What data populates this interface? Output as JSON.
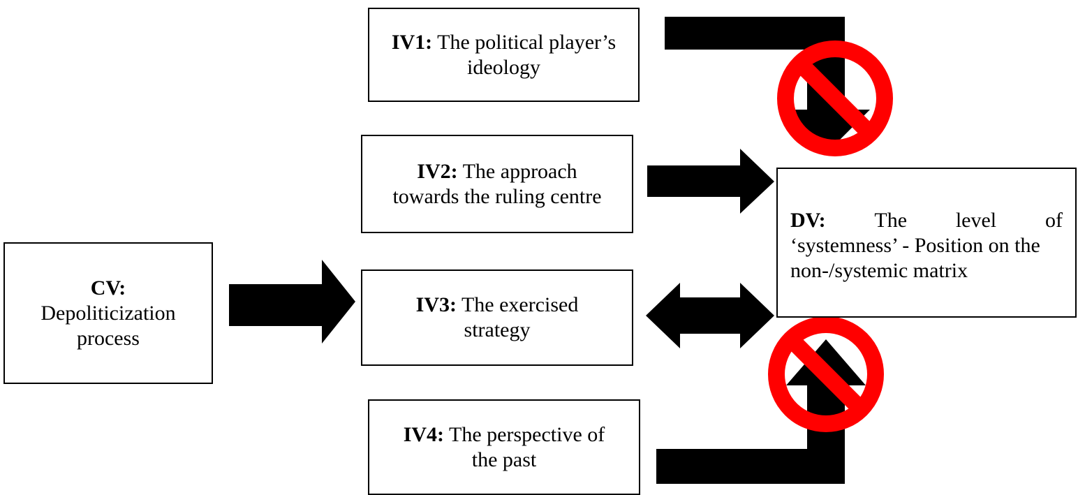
{
  "nodes": {
    "cv": {
      "label": "CV:",
      "text": "Depoliticization process"
    },
    "iv1": {
      "label": "IV1:",
      "text_line1": "The political player’s",
      "text_line2": "ideology"
    },
    "iv2": {
      "label": "IV2:",
      "text_line1": "The approach",
      "text_line2": "towards the ruling centre"
    },
    "iv3": {
      "label": "IV3:",
      "text_line1": "The exercised",
      "text_line2": "strategy"
    },
    "iv4": {
      "label": "IV4:",
      "text_line1": "The perspective of",
      "text_line2": "the past"
    },
    "dv": {
      "label": "DV:",
      "word1": "The",
      "word2": "level",
      "word3": "of",
      "line2": "‘systemness’ - Position on the",
      "line3": "non-/systemic matrix"
    }
  },
  "edges": [
    {
      "from": "cv",
      "to": "iv3",
      "type": "single-arrow"
    },
    {
      "from": "iv2",
      "to": "dv",
      "type": "single-arrow"
    },
    {
      "from": "iv3",
      "to": "dv",
      "type": "double-arrow"
    },
    {
      "from": "iv1",
      "to": "dv",
      "type": "blocked-arrow",
      "symbol": "no-entry-icon"
    },
    {
      "from": "iv4",
      "to": "dv",
      "type": "blocked-arrow",
      "symbol": "no-entry-icon"
    }
  ],
  "colors": {
    "arrow": "#000000",
    "prohibition": "#ff0000",
    "box_border": "#000000",
    "background": "#ffffff"
  }
}
